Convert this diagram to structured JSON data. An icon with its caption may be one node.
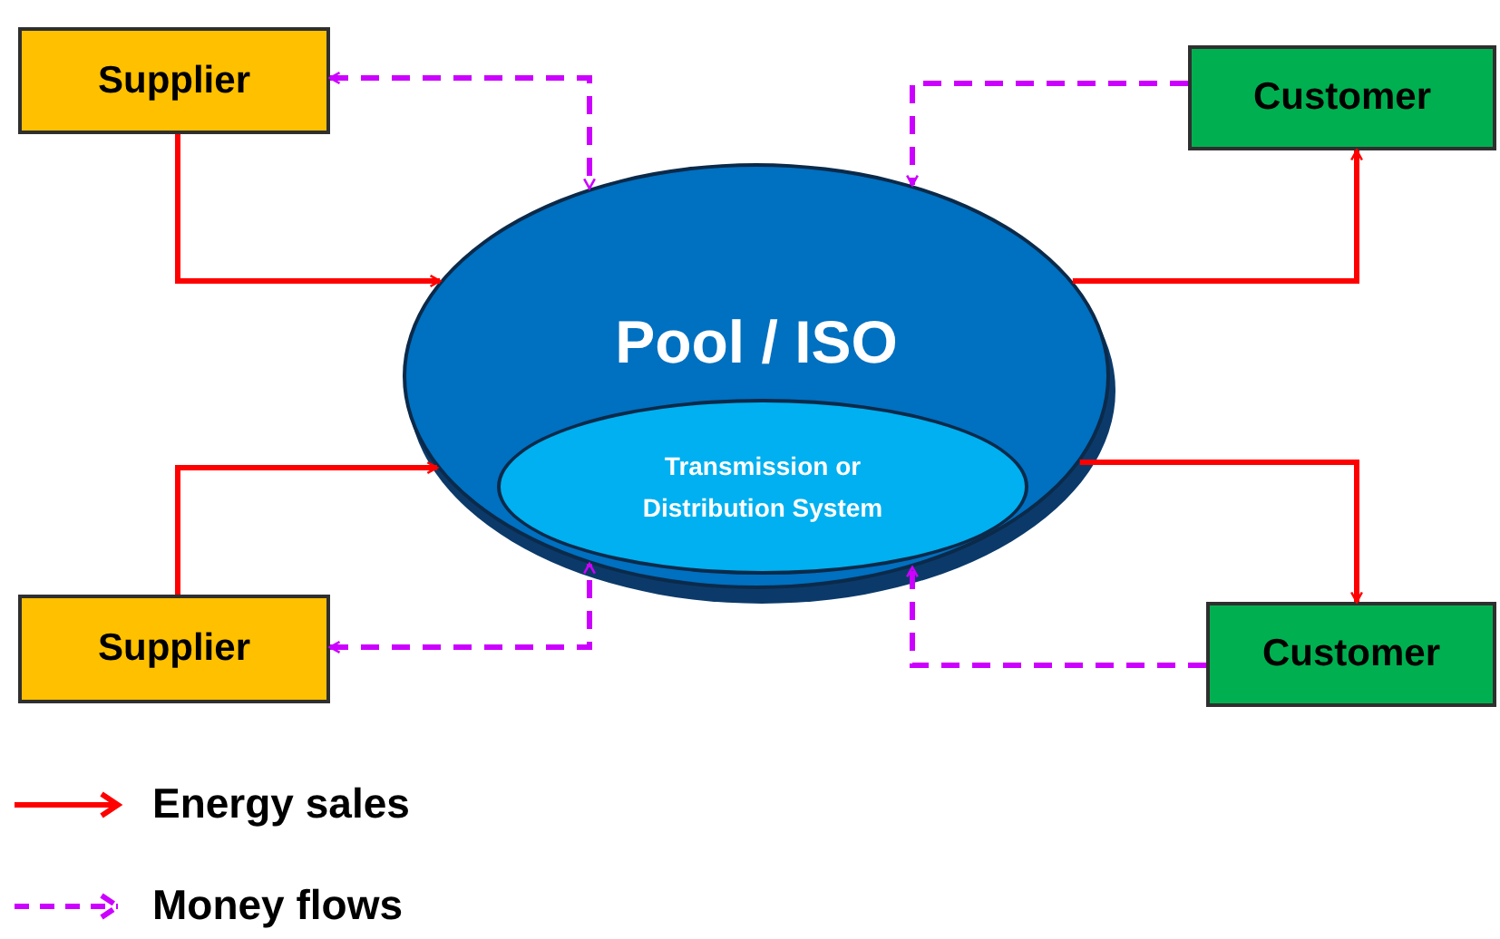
{
  "diagram": {
    "nodes": [
      {
        "text": [
          "Supplier"
        ]
      },
      {
        "text": [
          "Customer"
        ]
      },
      {
        "text": [
          "Pool / ISO"
        ]
      },
      {
        "text": [
          "Transmission or Distribution System"
        ],
        "in": 2
      },
      {
        "text": [
          "Supplier"
        ]
      },
      {
        "text": [
          "Customer"
        ]
      }
    ],
    "edges": [
      {
        "from": 0,
        "to": 2,
        "arrow": "to",
        "color": "#ff0000"
      },
      {
        "from": 4,
        "to": 2,
        "arrow": "to",
        "color": "#ff0000"
      },
      {
        "from": 2,
        "to": 1,
        "arrow": "to",
        "color": "#ff0000"
      },
      {
        "from": 2,
        "to": 5,
        "arrow": "to",
        "color": "#ff0000"
      },
      {
        "from": 0,
        "to": 2,
        "arrow": "both",
        "style": "dashed",
        "color": "#cc00ff"
      },
      {
        "from": 1,
        "to": 2,
        "arrow": "to",
        "style": "dashed",
        "color": "#cc00ff"
      },
      {
        "from": 4,
        "to": 2,
        "arrow": "both",
        "style": "dashed",
        "color": "#cc00ff"
      },
      {
        "from": 5,
        "to": 2,
        "arrow": "to",
        "style": "dashed",
        "color": "#cc00ff"
      }
    ],
    "legend": [
      {
        "text": "Energy sales"
      },
      {
        "text": "Money flows"
      }
    ]
  }
}
